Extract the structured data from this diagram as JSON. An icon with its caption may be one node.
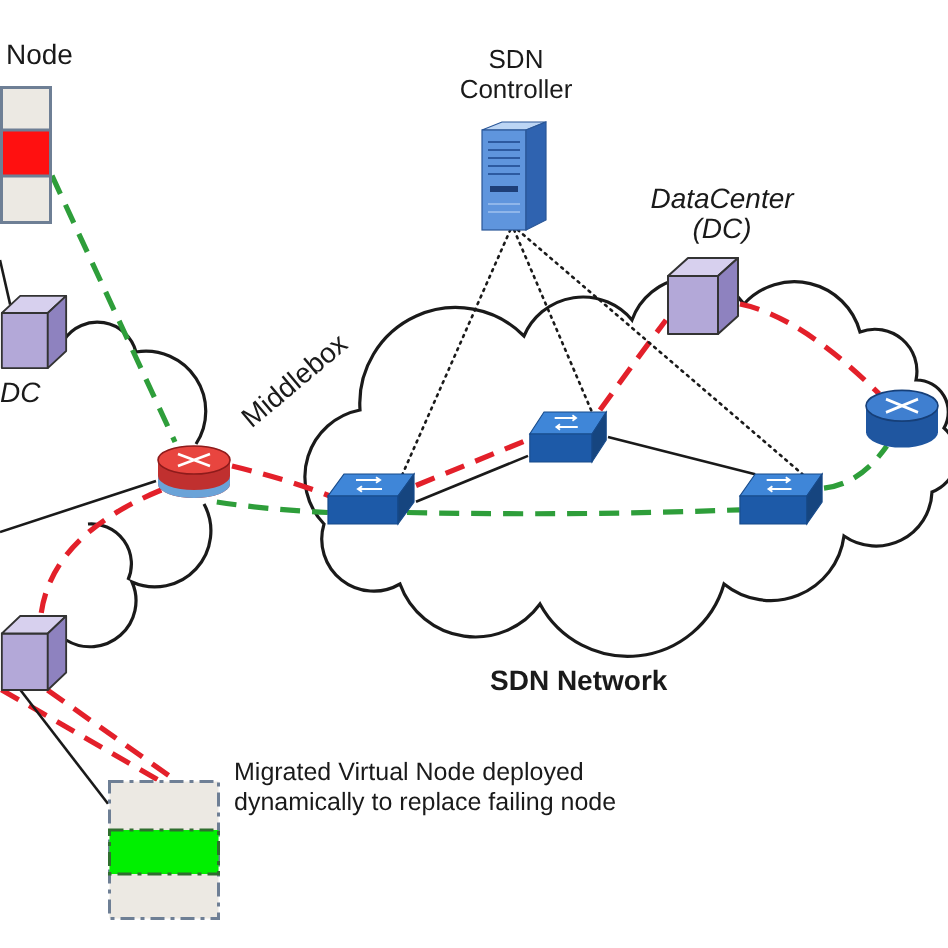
{
  "diagram": {
    "nodes": [
      {
        "text": [
          "Node"
        ]
      },
      {
        "text": [
          "SDN Controller"
        ]
      },
      {
        "text": [
          "SDN Network"
        ]
      },
      {
        "text": [
          "DataCenter (DC)"
        ],
        "in": 2
      },
      {
        "text": [
          "DC"
        ]
      },
      {
        "text": [
          "Middlebox"
        ]
      },
      {
        "text": [],
        "shape": "picture",
        "in": 2
      },
      {
        "text": [],
        "shape": "picture",
        "in": 2
      },
      {
        "text": [],
        "shape": "picture",
        "in": 2
      },
      {
        "text": [],
        "shape": "cylinder",
        "in": 2
      },
      {
        "text": [],
        "shape": "cube"
      },
      {
        "text": [],
        "shape": "box",
        "beside": [
          "Migrated Virtual Node deployed dynamically to replace failing node"
        ]
      }
    ],
    "edges": [
      {
        "from": 0,
        "to": 5,
        "arrow": "none",
        "style": "dashed",
        "color": "#2e9e3a"
      },
      {
        "from": null,
        "to": 4,
        "arrow": "none"
      },
      {
        "from": null,
        "to": 5,
        "arrow": "none"
      },
      {
        "from": 5,
        "to": 6,
        "arrow": "none",
        "style": "dashed",
        "color": "#e3202a"
      },
      {
        "from": 5,
        "to": 6,
        "arrow": "none",
        "style": "dashed",
        "color": "#2e9e3a"
      },
      {
        "from": 6,
        "to": 7,
        "arrow": "none",
        "style": "dashed",
        "color": "#e3202a"
      },
      {
        "from": 6,
        "to": 7,
        "arrow": "none"
      },
      {
        "from": 7,
        "to": 3,
        "arrow": "none",
        "style": "dashed",
        "color": "#e3202a"
      },
      {
        "from": 3,
        "to": 9,
        "arrow": "none",
        "style": "dashed",
        "color": "#e3202a"
      },
      {
        "from": 6,
        "to": 8,
        "arrow": "none",
        "style": "dashed",
        "color": "#2e9e3a"
      },
      {
        "from": 7,
        "to": 8,
        "arrow": "none"
      },
      {
        "from": 8,
        "to": 9,
        "arrow": "none",
        "style": "dashed",
        "color": "#2e9e3a"
      },
      {
        "from": 1,
        "to": 6,
        "arrow": "none",
        "style": "dashed"
      },
      {
        "from": 1,
        "to": 7,
        "arrow": "none",
        "style": "dashed"
      },
      {
        "from": 1,
        "to": 8,
        "arrow": "none",
        "style": "dashed"
      },
      {
        "from": 5,
        "to": 10,
        "arrow": "none",
        "style": "dashed",
        "color": "#e3202a"
      },
      {
        "from": 10,
        "to": 11,
        "arrow": "none",
        "style": "dashed",
        "color": "#e3202a"
      },
      {
        "from": 10,
        "to": 11,
        "arrow": "none",
        "style": "dashed",
        "color": "#e3202a"
      },
      {
        "from": 10,
        "to": 11,
        "arrow": "none"
      }
    ]
  }
}
